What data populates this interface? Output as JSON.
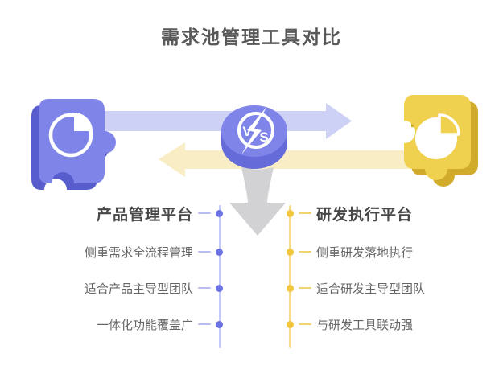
{
  "title": "需求池管理工具对比",
  "vs_badge": {
    "letter_v": "V",
    "letter_s": "S"
  },
  "comparison": {
    "left": {
      "title": "产品管理平台",
      "items": [
        "侧重需求全流程管理",
        "适合产品主导型团队",
        "一体化功能覆盖广"
      ]
    },
    "right": {
      "title": "研发执行平台",
      "items": [
        "侧重研发落地执行",
        "适合研发主导型团队",
        "与研发工具联动强"
      ]
    }
  },
  "icons": {
    "left_puzzle": "purple-puzzle-piece-with-pie-chart",
    "right_puzzle": "yellow-puzzle-piece-with-pie-chart",
    "center": "vs-badge",
    "top_arrow": "right-arrow",
    "bottom_arrow": "left-arrow",
    "funnel": "down-arrow"
  },
  "colors": {
    "purple": "#7F84E9",
    "purple_dark": "#575DCC",
    "purple_light": "#CDD1F6",
    "purple_line": "#C5C9F5",
    "purple_dot": "#6E73E3",
    "yellow": "#EFD04F",
    "yellow_dark": "#D1AB2C",
    "yellow_light": "#F8EDC4",
    "yellow_line": "#F6DD8D",
    "yellow_dot": "#F2C53F",
    "gray_arrow": "#D2D2D4",
    "title_text": "#595959",
    "heading_text": "#474747",
    "body_text": "#666666"
  }
}
